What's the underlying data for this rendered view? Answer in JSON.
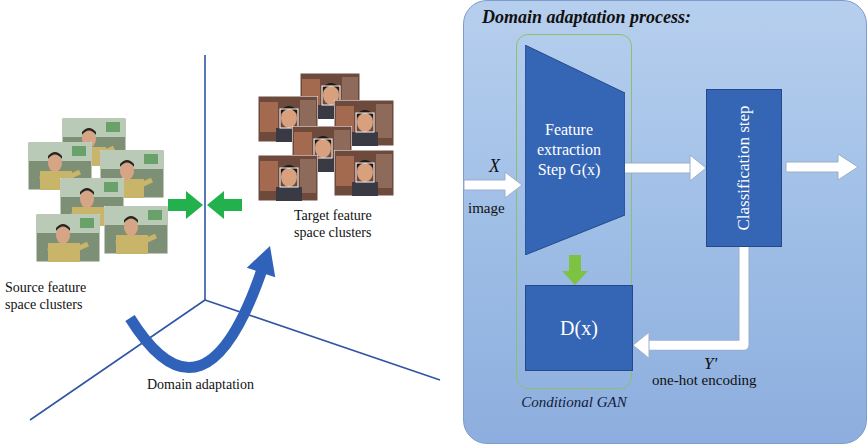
{
  "diagram": {
    "nodes": [
      {
        "text": [
          "Source feature space clusters"
        ]
      },
      {
        "text": [
          "Target feature space clusters"
        ]
      },
      {
        "text": [
          "Domain adaptation process:"
        ]
      },
      {
        "text": [
          "Conditional GAN"
        ],
        "in": 2
      },
      {
        "text": [
          "Feature extraction Step G(x)"
        ],
        "in": 3
      },
      {
        "text": [
          "D(x)"
        ],
        "in": 3
      },
      {
        "text": [
          "Classification step"
        ],
        "in": 2
      }
    ],
    "edges": [
      {
        "from": 0,
        "to": 1,
        "arrow": "to",
        "label": "Domain adaptation"
      },
      {
        "from": 4,
        "to": 6,
        "arrow": "to"
      },
      {
        "from": 4,
        "to": 5,
        "arrow": "to"
      },
      {
        "from": 6,
        "to": 5,
        "arrow": "to",
        "label": "Y'"
      }
    ],
    "labels": [
      "X",
      "image",
      "one-hot encoding"
    ]
  }
}
